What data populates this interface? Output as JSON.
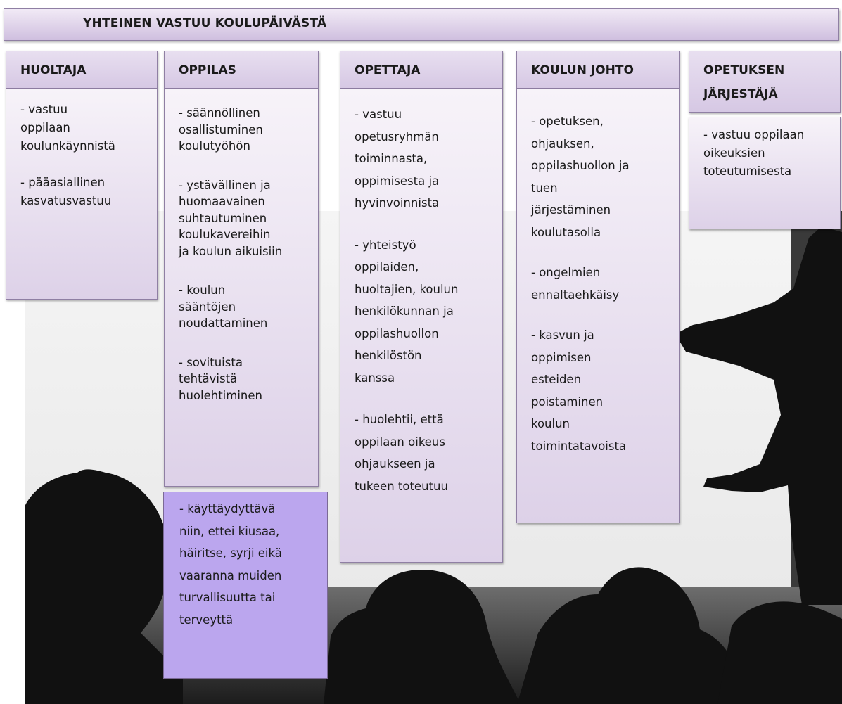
{
  "title": "YHTEINEN VASTUU KOULUPÄIVÄSTÄ",
  "columns": [
    {
      "header": "HUOLTAJA",
      "items": [
        "- vastuu\noppilaan\nkoulunkäynnistä",
        "- pääasiallinen\nkasvatusvastuu"
      ]
    },
    {
      "header": "OPPILAS",
      "items": [
        "- säännöllinen\nosallistuminen\nkoulutyöhön",
        "- ystävällinen ja\nhuomaavainen\nsuhtautuminen\nkoulukavereihin\nja koulun aikuisiin",
        "- koulun\nsääntöjen\nnoudattaminen",
        "- sovituista\ntehtävistä\nhuolehtiminen"
      ],
      "highlight": "- käyttäydyttävä\nniin, ettei kiusaa,\nhäiritse, syrji eikä\nvaaranna muiden\nturvallisuutta tai\nterveyttä"
    },
    {
      "header": "OPETTAJA",
      "items": [
        "- vastuu\nopetusryhmän\ntoiminnasta,\noppimisesta ja\nhyvinvoinnista",
        "- yhteistyö\noppilaiden,\nhuoltajien, koulun\nhenkilökunnan ja\noppilashuollon\nhenkilöstön\nkanssa",
        "- huolehtii, että\noppilaan oikeus\nohjaukseen ja\ntukeen toteutuu"
      ]
    },
    {
      "header": "KOULUN JOHTO",
      "items": [
        "- opetuksen,\nohjauksen,\noppilashuollon ja\ntuen\njärjestäminen\nkoulutasolla",
        "- ongelmien\nennaltaehkäisy",
        "- kasvun ja\noppimisen\nesteiden\npoistaminen\nkoulun\ntoimintatavoista"
      ]
    },
    {
      "header": "OPETUKSEN\nJÄRJESTÄJÄ",
      "items": [
        "- vastuu oppilaan\noikeuksien\ntoteutumisesta"
      ]
    }
  ]
}
